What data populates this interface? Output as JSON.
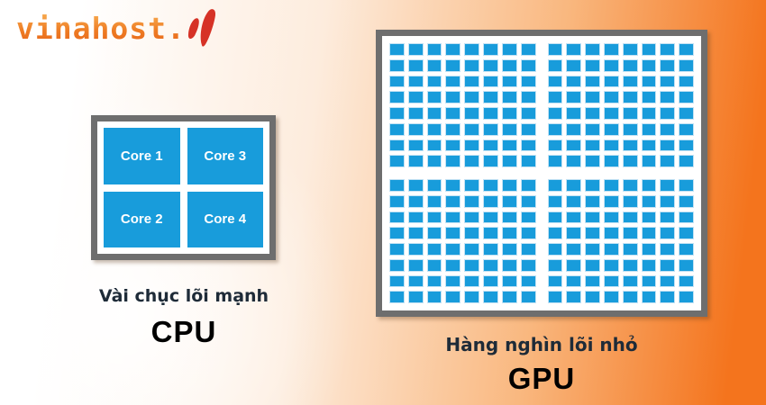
{
  "logo": {
    "text": "vinahost.",
    "check_icon": "red-check-swoosh"
  },
  "cpu": {
    "cores": [
      {
        "label": "Core 1"
      },
      {
        "label": "Core 3"
      },
      {
        "label": "Core 2"
      },
      {
        "label": "Core 4"
      }
    ],
    "caption": "Vài chục lõi mạnh",
    "title": "CPU"
  },
  "gpu": {
    "quadrants": 4,
    "grid_columns": 8,
    "grid_rows": 8,
    "cores_per_quadrant": 64,
    "total_cores": 256,
    "caption": "Hàng nghìn lõi nhỏ",
    "title": "GPU"
  },
  "colors": {
    "core_blue": "#189cdb",
    "frame_gray": "#6e6e6e",
    "background_orange": "#f4741d",
    "caption_dark": "#1e2b38",
    "title_black": "#000000",
    "logo_orange": "#ee7c24",
    "logo_check_red": "#d63226"
  }
}
